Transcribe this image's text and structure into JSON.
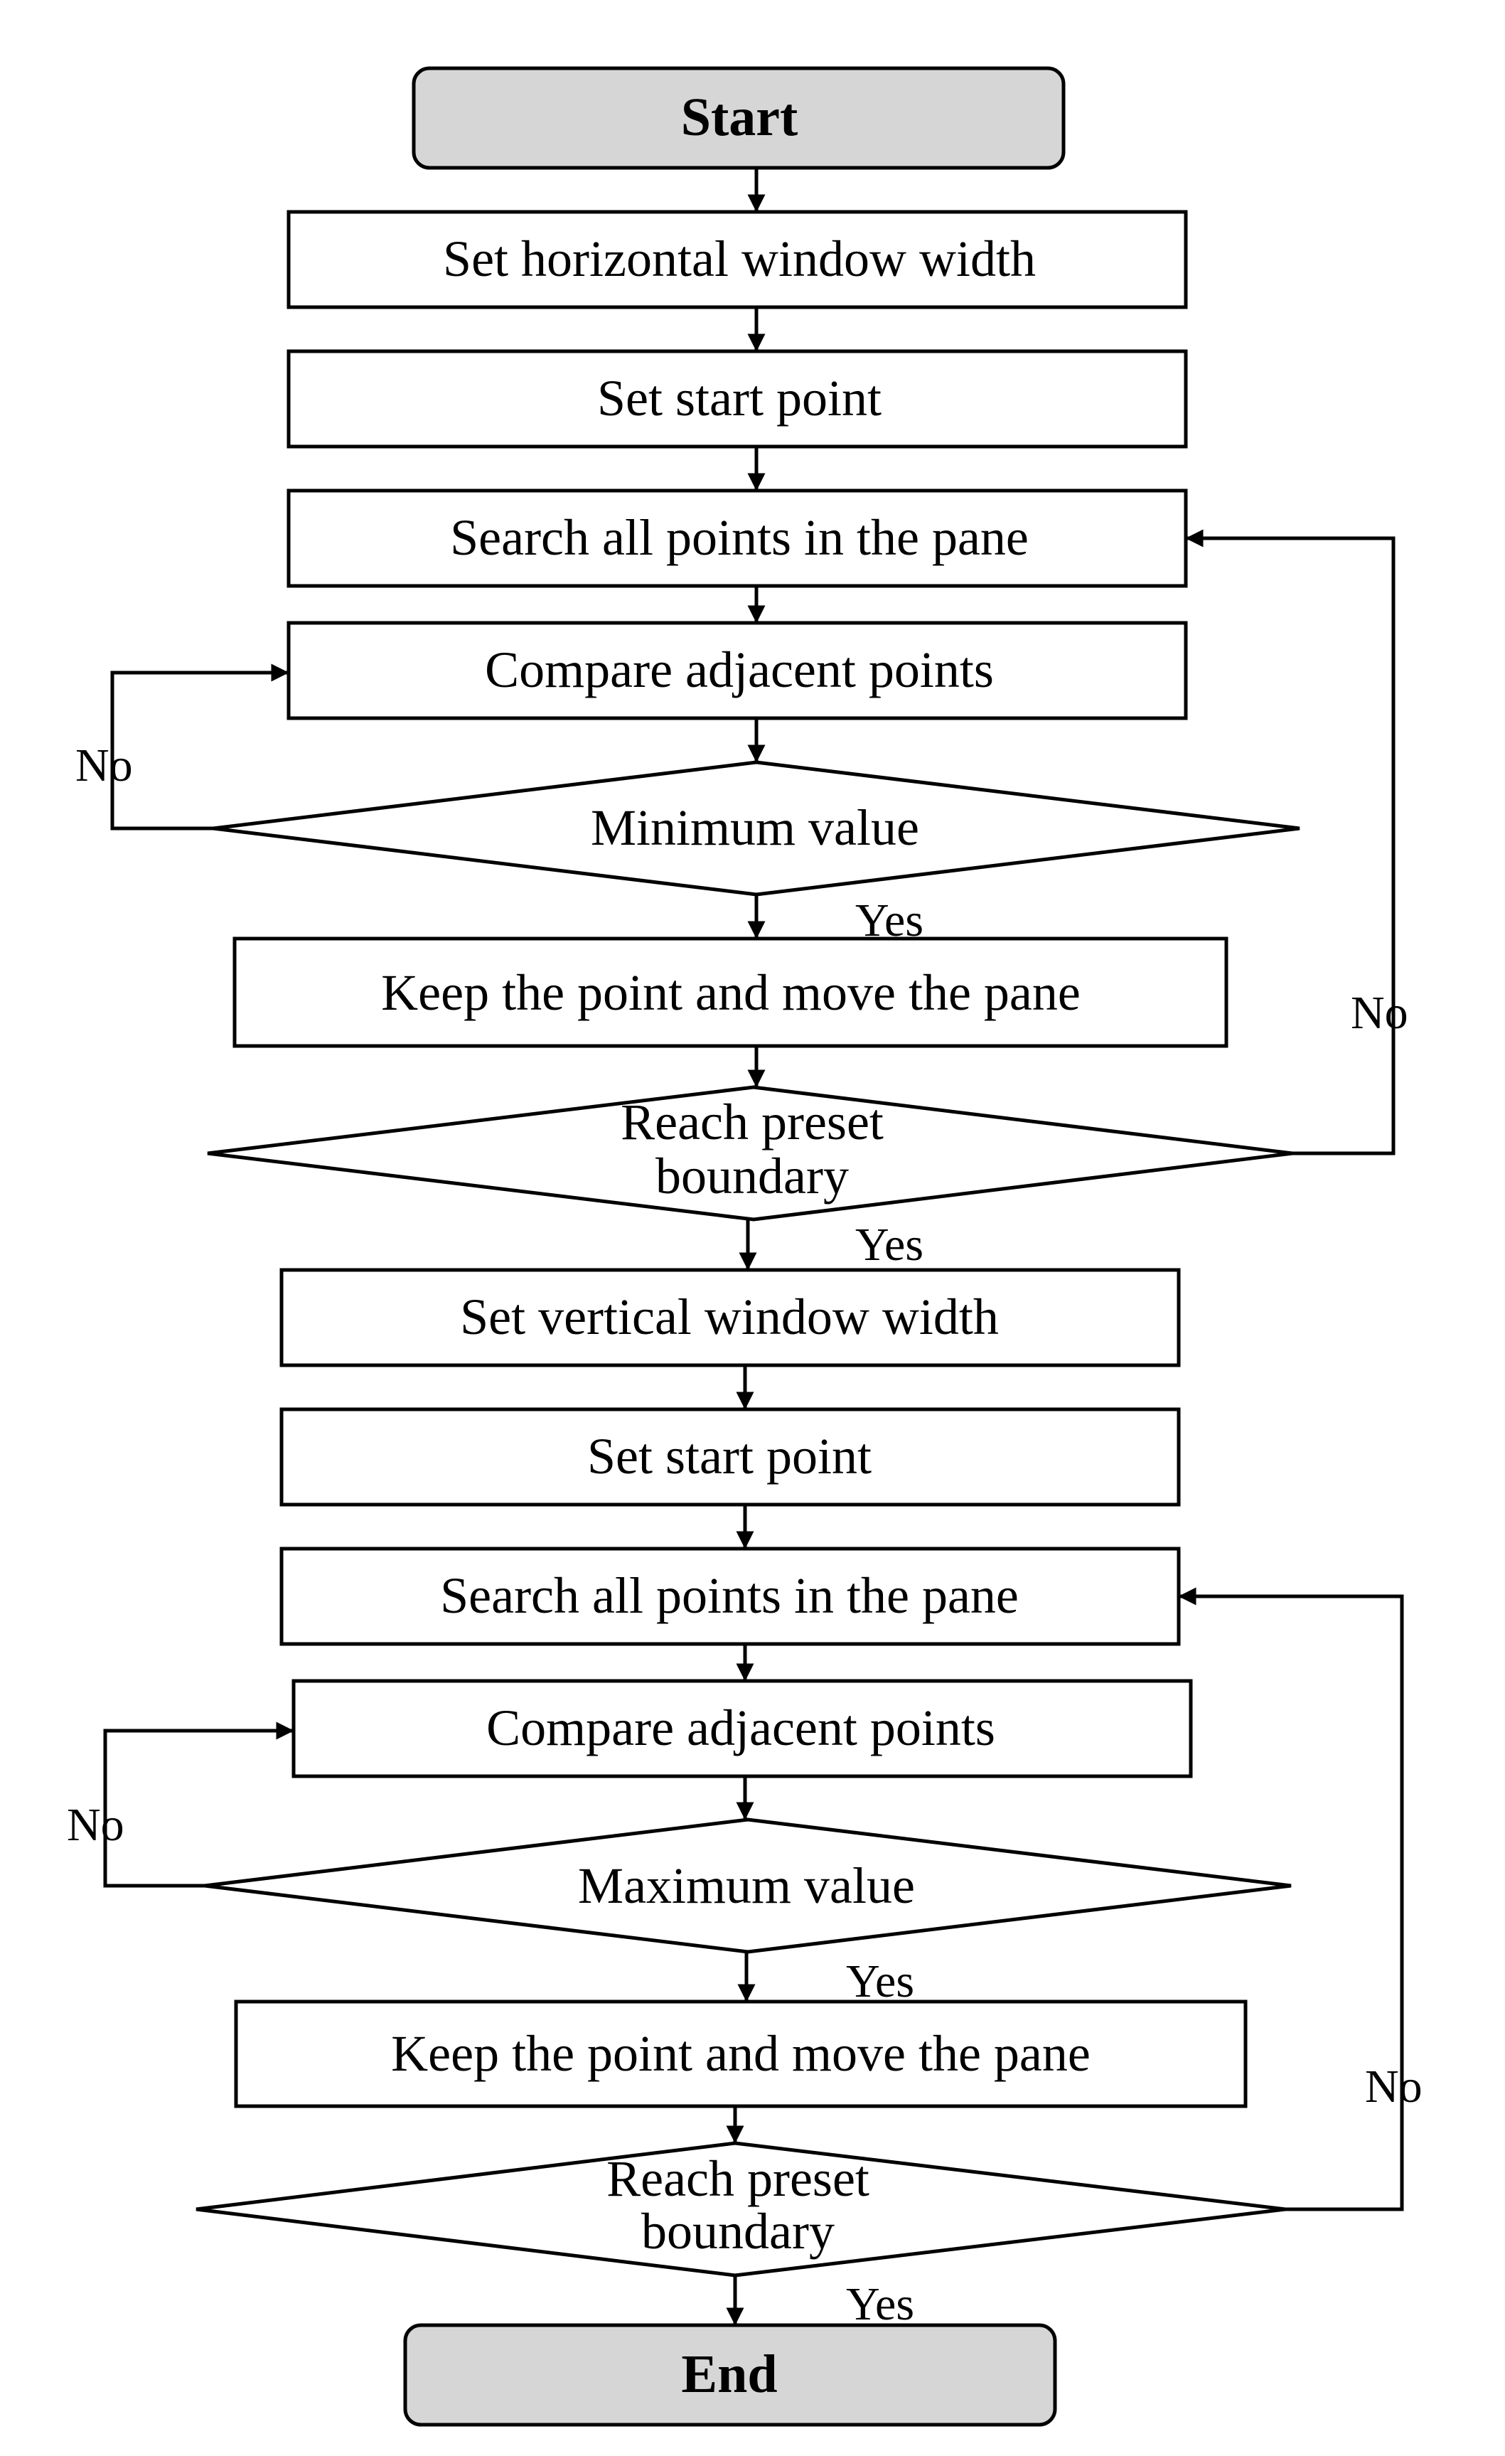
{
  "flowchart": {
    "start": "Start",
    "end": "End",
    "horizontal": {
      "set_window": "Set horizontal window width",
      "set_start": "Set start point",
      "search": "Search all points in the pane",
      "compare": "Compare adjacent points",
      "decision_extreme": "Minimum value",
      "keep_move": "Keep the point and move the pane",
      "decision_boundary_line1": "Reach preset",
      "decision_boundary_line2": "boundary"
    },
    "vertical": {
      "set_window": "Set vertical window width",
      "set_start": "Set start point",
      "search": "Search all points in the pane",
      "compare": "Compare adjacent points",
      "decision_extreme": "Maximum value",
      "keep_move": "Keep the point and move the pane",
      "decision_boundary_line1": "Reach preset",
      "decision_boundary_line2": "boundary"
    },
    "labels": {
      "yes": "Yes",
      "no": "No"
    }
  }
}
